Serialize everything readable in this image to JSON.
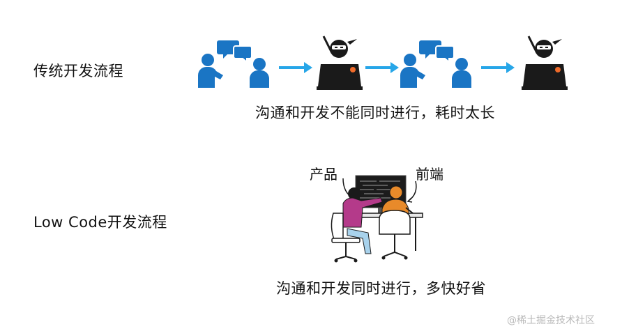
{
  "rows": {
    "traditional": {
      "label": "传统开发流程",
      "caption": "沟通和开发不能同时进行，耗时太长"
    },
    "lowcode": {
      "label": "Low Code开发流程",
      "caption": "沟通和开发同时进行，多快好省",
      "product_label": "产品",
      "frontend_label": "前端"
    }
  },
  "watermark": "@稀土掘金技术社区",
  "icons": [
    "people-talking-icon",
    "arrow-right-icon",
    "ninja-laptop-icon",
    "pair-programming-illustration"
  ],
  "colors": {
    "people_blue": "#1a75c4",
    "arrow_blue": "#27a6e8",
    "ninja_dark": "#1a1a1a",
    "logo_orange": "#ef6b2a",
    "product_pink": "#b43a8a",
    "frontend_orange": "#e88a2a",
    "chair_white": "#ffffff"
  }
}
